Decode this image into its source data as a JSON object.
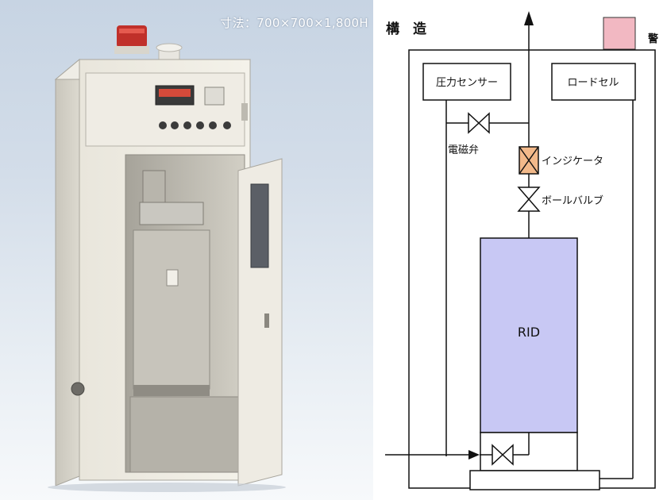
{
  "photo": {
    "dimensions_label": "寸法：700×700×1,800H"
  },
  "diagram": {
    "title": "構　造",
    "alarm_label": "警",
    "components": {
      "pressure_sensor": "圧力センサー",
      "load_cell": "ロードセル",
      "solenoid_valve": "電磁弁",
      "indicator": "インジケータ",
      "ball_valve": "ボールバルブ",
      "rid": "RID"
    },
    "colors": {
      "alarm_box": "#f2b8c2",
      "indicator_valve": "#f2b98a",
      "rid_tank": "#c8c8f4",
      "line": "#111111"
    }
  }
}
